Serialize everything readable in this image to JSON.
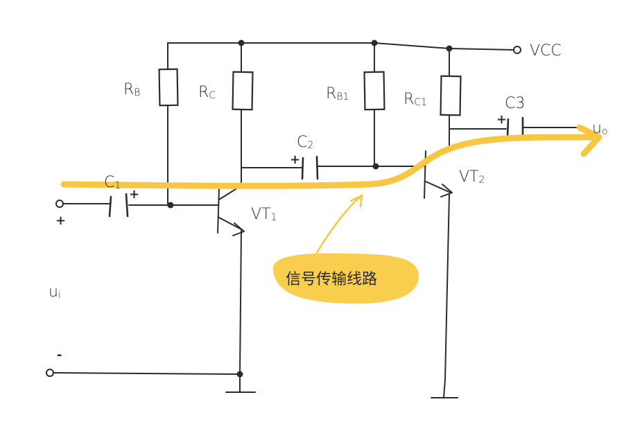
{
  "labels": {
    "vcc": "VCC",
    "rb": "R",
    "rb_sub": "B",
    "rc": "R",
    "rc_sub": "C",
    "rb1": "R",
    "rb1_sub": "B1",
    "rc1": "R",
    "rc1_sub": "C1",
    "c1": "C",
    "c1_sub": "1",
    "c2": "C",
    "c2_sub": "2",
    "c3": "C3",
    "vt1": "VT",
    "vt1_sub": "1",
    "vt2": "VT",
    "vt2_sub": "2",
    "ui": "u",
    "ui_sub": "i",
    "uo": "u",
    "uo_sub": "o",
    "plus": "+",
    "minus": "-",
    "callout": "信号传输线路"
  },
  "colors": {
    "signal_path": "#f7c744",
    "wire": "#2b2b2b",
    "callout_bg": "#f9cd4e"
  }
}
